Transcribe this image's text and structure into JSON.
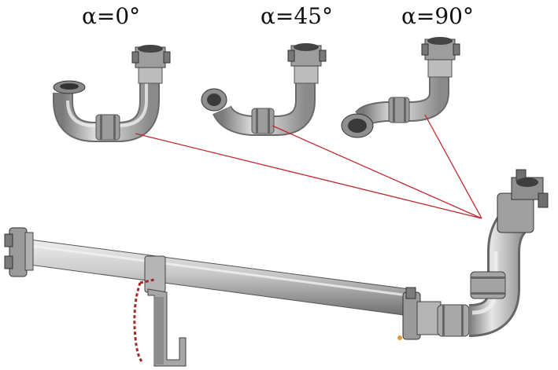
{
  "labels": {
    "angle_0": "α=0°",
    "angle_45": "α=45°",
    "angle_90": "α=90°"
  },
  "colors": {
    "pipe_light": "#d9d9d9",
    "pipe_mid": "#a9a9a9",
    "pipe_dark": "#6b6b6b",
    "leader_line": "#c0282d",
    "chain": "#a12a2a"
  }
}
